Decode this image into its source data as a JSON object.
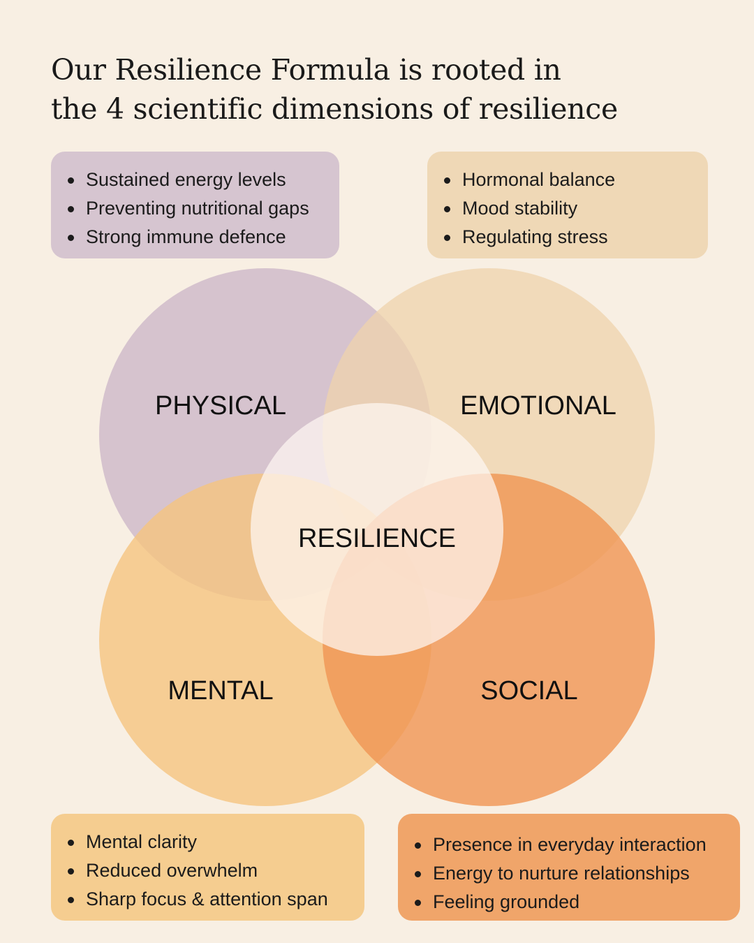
{
  "headline": {
    "line1": "Our Resilience Formula is rooted in",
    "line2": "the 4 scientific dimensions of resilience"
  },
  "dimensions": {
    "physical": {
      "label": "PHYSICAL",
      "color": "#d6c5d0",
      "bullets": [
        "Sustained energy levels",
        "Preventing nutritional gaps",
        "Strong immune defence"
      ]
    },
    "emotional": {
      "label": "EMOTIONAL",
      "color": "#efd8b6",
      "bullets": [
        "Hormonal balance",
        "Mood stability",
        "Regulating stress"
      ]
    },
    "mental": {
      "label": "MENTAL",
      "color": "#f5cd90",
      "bullets": [
        "Mental clarity",
        "Reduced overwhelm",
        "Sharp focus & attention span"
      ]
    },
    "social": {
      "label": "SOCIAL",
      "color": "#f0a56a",
      "bullets": [
        "Presence in everyday interaction",
        "Energy to nurture relationships",
        "Feeling grounded"
      ]
    }
  },
  "center": {
    "label": "RESILIENCE",
    "color": "#fbf3ec"
  },
  "background_color": "#f8efe3"
}
